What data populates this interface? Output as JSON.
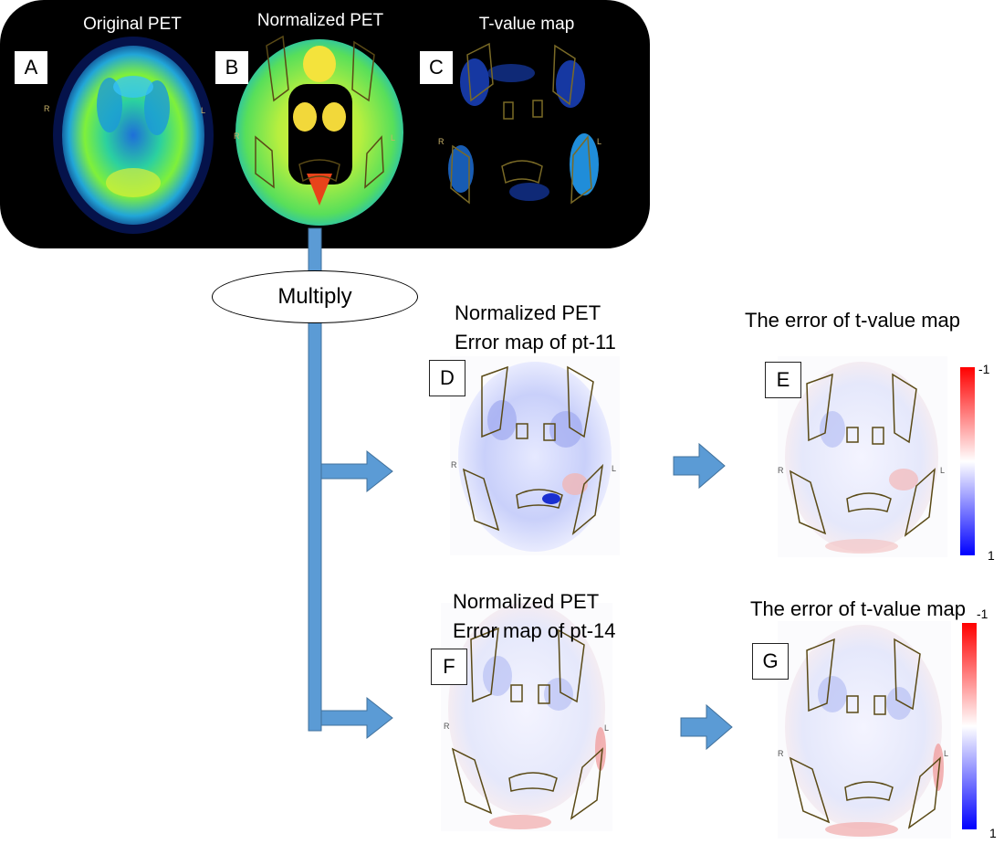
{
  "top_panel": {
    "titles": [
      "Original PET",
      "Normalized PET",
      "T-value map"
    ],
    "letters": [
      "A",
      "B",
      "C"
    ],
    "side_labels": {
      "right": "R",
      "left": "L"
    }
  },
  "flow": {
    "multiply_label": "Multiply"
  },
  "row1": {
    "caption_line1": "Normalized PET",
    "caption_line2": "Error map of pt-11",
    "letter_left": "D",
    "right_title": "The error of t-value map",
    "letter_right": "E",
    "colorbar_top": "-1",
    "colorbar_bottom": "1"
  },
  "row2": {
    "caption_line1": "Normalized PET",
    "caption_line2": "Error map of pt-14",
    "letter_left": "F",
    "right_title": "The error of t-value map",
    "letter_right": "G",
    "colorbar_top": "-1",
    "colorbar_bottom": "1"
  },
  "colors": {
    "arrow": "#5b9bd5",
    "arrow_border": "#41719c",
    "outline": "#5a4a16",
    "colorbar_low": "#ff0000",
    "colorbar_high": "#0000ff"
  }
}
